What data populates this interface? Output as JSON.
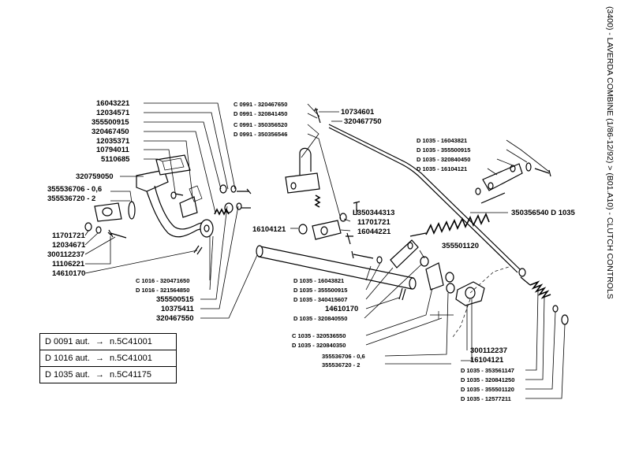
{
  "side_title": "(3400) - LAVERDA COMBINE (1/86-12/92) > (B01.A10) - CLUTCH CONTROLS",
  "serial_table": [
    {
      "code": "D 0091 aut.",
      "arrow": "→",
      "serial": "n.5C41001"
    },
    {
      "code": "D 1016 aut.",
      "arrow": "→",
      "serial": "n.5C41001"
    },
    {
      "code": "D 1035 aut.",
      "arrow": "→",
      "serial": "n.5C41175"
    }
  ],
  "labels": {
    "l1": "16043221",
    "l2": "12034571",
    "l3": "355500915",
    "l4": "320467450",
    "l5": "12035371",
    "l6": "10794011",
    "l7": "5110685",
    "l8": "320759050",
    "l9": "355536706 - 0,6",
    "l10": "355536720 - 2",
    "l11": "11701721",
    "l12": "12034671",
    "l13": "300112237",
    "l14": "11106221",
    "l15": "14610170",
    "l16": "C 1016 - 320471650",
    "l17": "D 1016 - 321564850",
    "l18": "355500515",
    "l19": "10375411",
    "l20": "320467550",
    "t1": "C 0991 - 320467650",
    "t2": "D 0991 - 320841450",
    "t3": "C 0991 - 350356520",
    "t4": "D 0991 - 350356546",
    "t5": "10734601",
    "t6": "320467750",
    "m1": "L350344313",
    "m2": "11701721",
    "m3": "16044221",
    "m4": "16104121",
    "r1": "D 1035 -   16043821",
    "r2": "D 1035 - 355500915",
    "r3": "D 1035 - 320840450",
    "r4": "D 1035 -   16104121",
    "r5": "350356540 D 1035",
    "r6": "355501120",
    "c1": "D 1035 -   16043821",
    "c2": "D 1035 - 355500915",
    "c3": "D 1035 - 340415607",
    "c4": "14610170",
    "c5": "D 1035 - 320840550",
    "c6": "C 1035 - 320536550",
    "c7": "D 1035 - 320840350",
    "c8": "355536706 - 0,6",
    "c9": "355536720 - 2",
    "b1": "300112237",
    "b2": "16104121",
    "b3": "D 1035 - 353561147",
    "b4": "D 1035 - 320841250",
    "b5": "D 1035 - 355501120",
    "b6": "D 1035 - 12577211"
  }
}
